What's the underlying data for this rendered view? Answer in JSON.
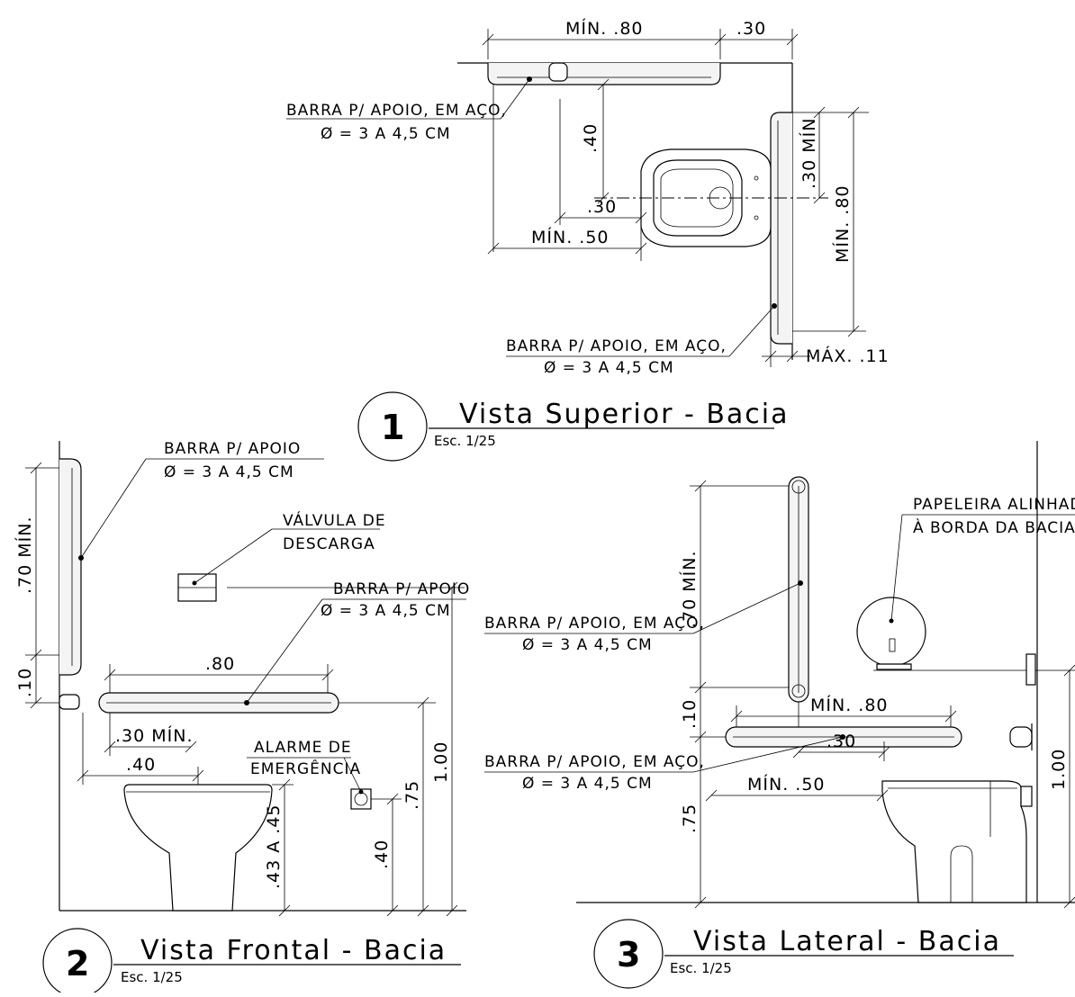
{
  "views": [
    {
      "number": "1",
      "title": "Vista Superior - Bacia",
      "scale": "Esc. 1/25",
      "dimensions": [
        "MÍN. .80",
        ".30",
        ".40",
        ".30",
        "MÍN. .50",
        ".30 MÍN",
        "MÍN. .80",
        "MÁX. .11"
      ],
      "labels": [
        {
          "line1": "BARRA P/ APOIO, EM AÇO,",
          "line2": "Ø = 3 A 4,5 CM"
        },
        {
          "line1": "BARRA P/ APOIO, EM AÇO,",
          "line2": "Ø = 3 A 4,5 CM"
        }
      ]
    },
    {
      "number": "2",
      "title": "Vista Frontal - Bacia",
      "scale": "Esc. 1/25",
      "dimensions": [
        ".70 MÍN.",
        ".10",
        ".80",
        ".30 MÍN.",
        ".40",
        ".43 A .45",
        ".40",
        ".75",
        "1.00"
      ],
      "labels": [
        {
          "line1": "BARRA P/ APOIO",
          "line2": "Ø = 3 A 4,5 CM"
        },
        {
          "line1": "VÁLVULA DE",
          "line2": "DESCARGA"
        },
        {
          "line1": "BARRA P/ APOIO",
          "line2": "Ø = 3 A 4,5 CM"
        },
        {
          "line1": "ALARME DE",
          "line2": "EMERGÊNCIA"
        }
      ]
    },
    {
      "number": "3",
      "title": "Vista Lateral - Bacia",
      "scale": "Esc. 1/25",
      "dimensions": [
        ".70 MÍN.",
        ".10",
        "MÍN. .80",
        ".30",
        "MÍN. .50",
        ".75",
        "1.00"
      ],
      "labels": [
        {
          "line1": "PAPELEIRA ALINHADA",
          "line2": "À BORDA DA BACIA"
        },
        {
          "line1": "BARRA P/ APOIO, EM AÇO,",
          "line2": "Ø = 3 A 4,5 CM"
        },
        {
          "line1": "BARRA P/ APOIO, EM AÇO,",
          "line2": "Ø = 3 A 4,5 CM"
        }
      ]
    }
  ]
}
